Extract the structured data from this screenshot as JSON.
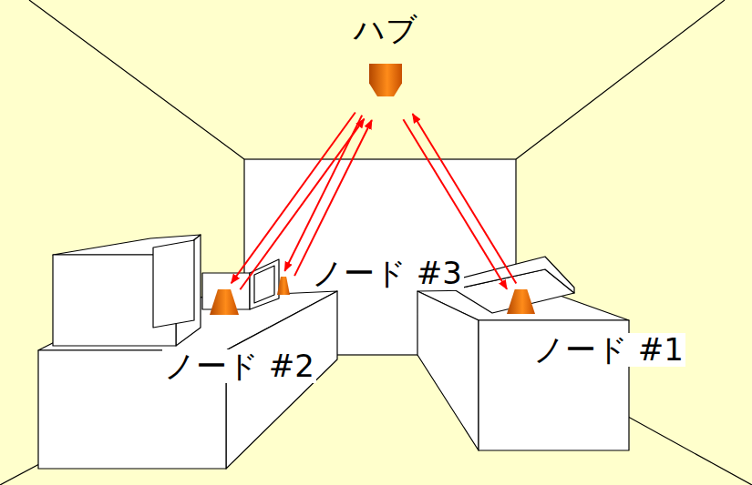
{
  "diagram": {
    "nodes": [
      {
        "text": [
          "ハブ"
        ]
      },
      {
        "text": [
          "ノード #3"
        ]
      },
      {
        "text": [
          "ノード #1"
        ]
      },
      {
        "text": [
          "ノード #2"
        ]
      }
    ],
    "edges": [
      {
        "from": 0,
        "to": 1,
        "arrow": "to"
      },
      {
        "from": 1,
        "to": 0,
        "arrow": "to"
      },
      {
        "from": 0,
        "to": 2,
        "arrow": "to"
      },
      {
        "from": 2,
        "to": 0,
        "arrow": "to"
      },
      {
        "from": 0,
        "to": 3,
        "arrow": "to"
      },
      {
        "from": 3,
        "to": 0,
        "arrow": "to"
      }
    ]
  }
}
